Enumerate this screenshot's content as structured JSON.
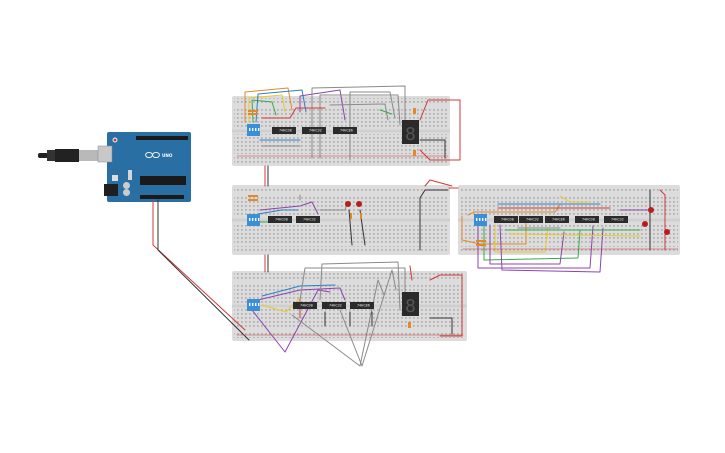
{
  "arduino": {
    "board_label": "UNO"
  },
  "chips": [
    {
      "id": "b1c1",
      "label": "74HC08"
    },
    {
      "id": "b1c2",
      "label": "74HC32"
    },
    {
      "id": "b1c3",
      "label": "74HC86"
    },
    {
      "id": "b2c1",
      "label": "74HC08"
    },
    {
      "id": "b2c2",
      "label": "74HC32"
    },
    {
      "id": "b3c1",
      "label": "74HC08"
    },
    {
      "id": "b3c2",
      "label": "74HC32"
    },
    {
      "id": "b3c3",
      "label": "74HC86"
    },
    {
      "id": "b4c1",
      "label": "74HC08"
    },
    {
      "id": "b4c2",
      "label": "74HC32"
    },
    {
      "id": "b4c3",
      "label": "74HC86"
    },
    {
      "id": "b4c4",
      "label": "74HC08"
    },
    {
      "id": "b4c5",
      "label": "74HC32"
    }
  ],
  "seven_segment": [
    {
      "id": "seg1",
      "digit": "8"
    },
    {
      "id": "seg2",
      "digit": "8"
    }
  ],
  "colors": {
    "breadboard": "#dcdcdc",
    "arduino": "#2a6fa3",
    "chip": "#2b2b2b",
    "wire_red": "#d03a3a",
    "wire_black": "#333333",
    "wire_gray": "#8a8a8a",
    "wire_purple": "#8e44ad",
    "wire_green": "#3aa94a",
    "wire_orange": "#e08a2c",
    "wire_yellow": "#e6c92c",
    "wire_blue": "#2f7fc6",
    "led_red": "#b81d1d",
    "dip_switch": "#3b8fd6"
  }
}
